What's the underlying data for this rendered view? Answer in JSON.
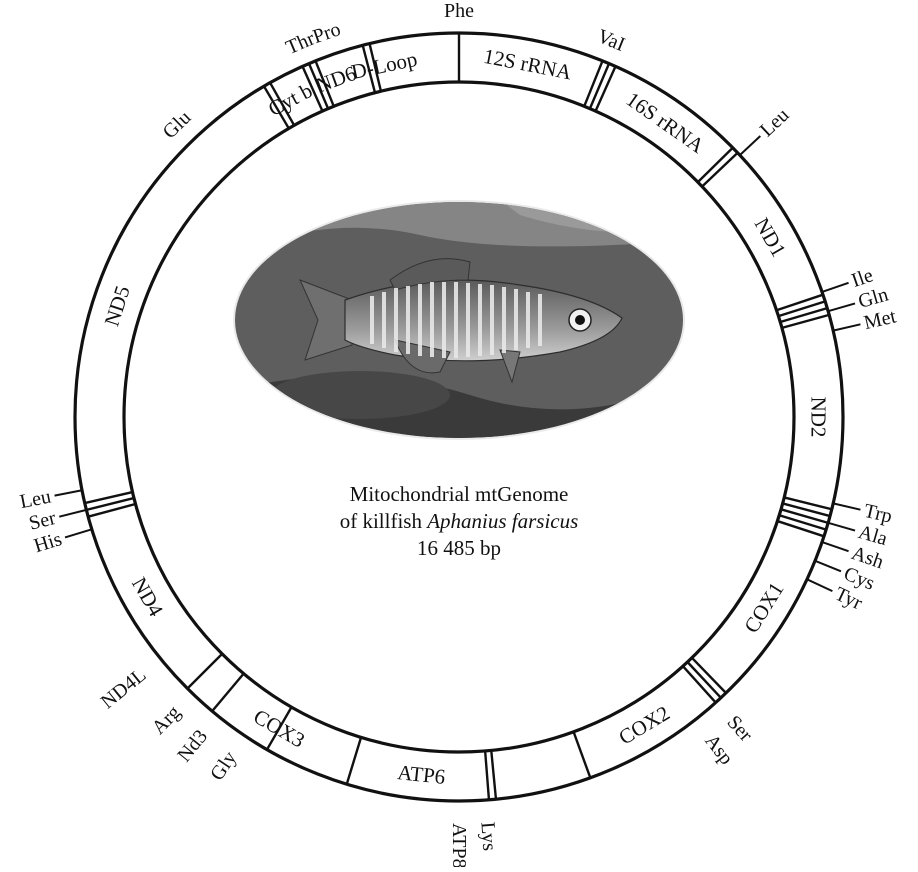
{
  "caption": {
    "line1": "Mitochondrial mtGenome",
    "line2_prefix": "of killfish ",
    "line2_species": "Aphanius farsicus",
    "line3": "16 485 bp"
  },
  "genes": [
    {
      "id": "d-loop",
      "label": "D-Loop"
    },
    {
      "id": "12s-rrna",
      "label": "12S rRNA"
    },
    {
      "id": "16s-rrna",
      "label": "16S rRNA"
    },
    {
      "id": "nd1",
      "label": "ND1"
    },
    {
      "id": "nd2",
      "label": "ND2"
    },
    {
      "id": "cox1",
      "label": "COX1"
    },
    {
      "id": "cox2",
      "label": "COX2"
    },
    {
      "id": "atp6",
      "label": "ATP6"
    },
    {
      "id": "cox3",
      "label": "COX3"
    },
    {
      "id": "nd4",
      "label": "ND4"
    },
    {
      "id": "nd5",
      "label": "ND5"
    },
    {
      "id": "nd6",
      "label": "ND6"
    },
    {
      "id": "cyt-b",
      "label": "Cyt b"
    }
  ],
  "trna_labels": [
    {
      "id": "phe",
      "label": "Phe"
    },
    {
      "id": "val",
      "label": "VaI"
    },
    {
      "id": "leu1",
      "label": "Leu"
    },
    {
      "id": "ile",
      "label": "Ile"
    },
    {
      "id": "gln",
      "label": "Gln"
    },
    {
      "id": "met",
      "label": "Met"
    },
    {
      "id": "trp",
      "label": "Trp"
    },
    {
      "id": "ala",
      "label": "Ala"
    },
    {
      "id": "asn",
      "label": "Ash"
    },
    {
      "id": "cys",
      "label": "Cys"
    },
    {
      "id": "tyr",
      "label": "Tyr"
    },
    {
      "id": "ser1",
      "label": "Ser"
    },
    {
      "id": "asp",
      "label": "Asp"
    },
    {
      "id": "lys",
      "label": "Lys"
    },
    {
      "id": "atp8",
      "label": "ATP8"
    },
    {
      "id": "gly",
      "label": "Gly"
    },
    {
      "id": "nd3",
      "label": "Nd3"
    },
    {
      "id": "arg",
      "label": "Arg"
    },
    {
      "id": "nd4l",
      "label": "ND4L"
    },
    {
      "id": "his",
      "label": "His"
    },
    {
      "id": "ser2",
      "label": "Ser"
    },
    {
      "id": "leu2",
      "label": "Leu"
    },
    {
      "id": "glu",
      "label": "Glu"
    },
    {
      "id": "thr",
      "label": "Thr"
    },
    {
      "id": "pro",
      "label": "Pro"
    }
  ]
}
